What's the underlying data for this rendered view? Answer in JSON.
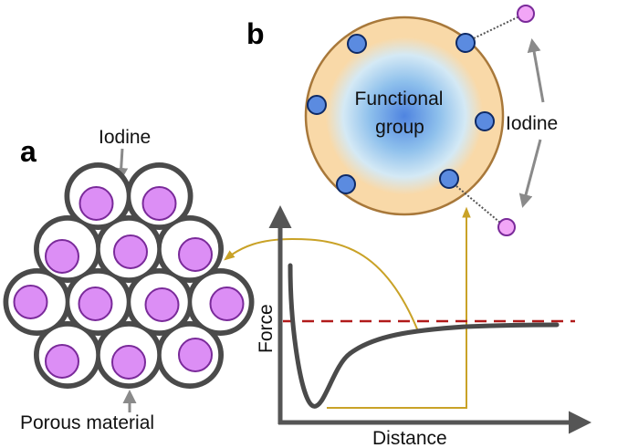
{
  "panels": {
    "a": {
      "label": "a",
      "iodine_label": "Iodine",
      "material_label": "Porous material",
      "pore_rows": [
        2,
        3,
        4,
        3
      ]
    },
    "b": {
      "label": "b",
      "center_label_line1": "Functional",
      "center_label_line2": "group",
      "iodine_label": "Iodine",
      "functional_site_count": 6,
      "bound_iodine_count": 2
    },
    "graph": {
      "ylabel": "Force",
      "xlabel": "Distance",
      "reference_line": "dashed",
      "curve": "potential-well"
    }
  },
  "colors": {
    "pore_wall": "#4a4a4a",
    "iodine_fill": "#dc8ef5",
    "iodine_stroke": "#7a2a9a",
    "site_fill": "#5b8be0",
    "site_stroke": "#0e2a66",
    "particle_rim": "#f9d9a8",
    "particle_border": "#a8783a",
    "particle_core": "#4f84e0",
    "gold_arrow": "#c9a227",
    "dash_line": "#b11a1a",
    "gray_arrow": "#8a8a8a",
    "axis": "#555555"
  }
}
